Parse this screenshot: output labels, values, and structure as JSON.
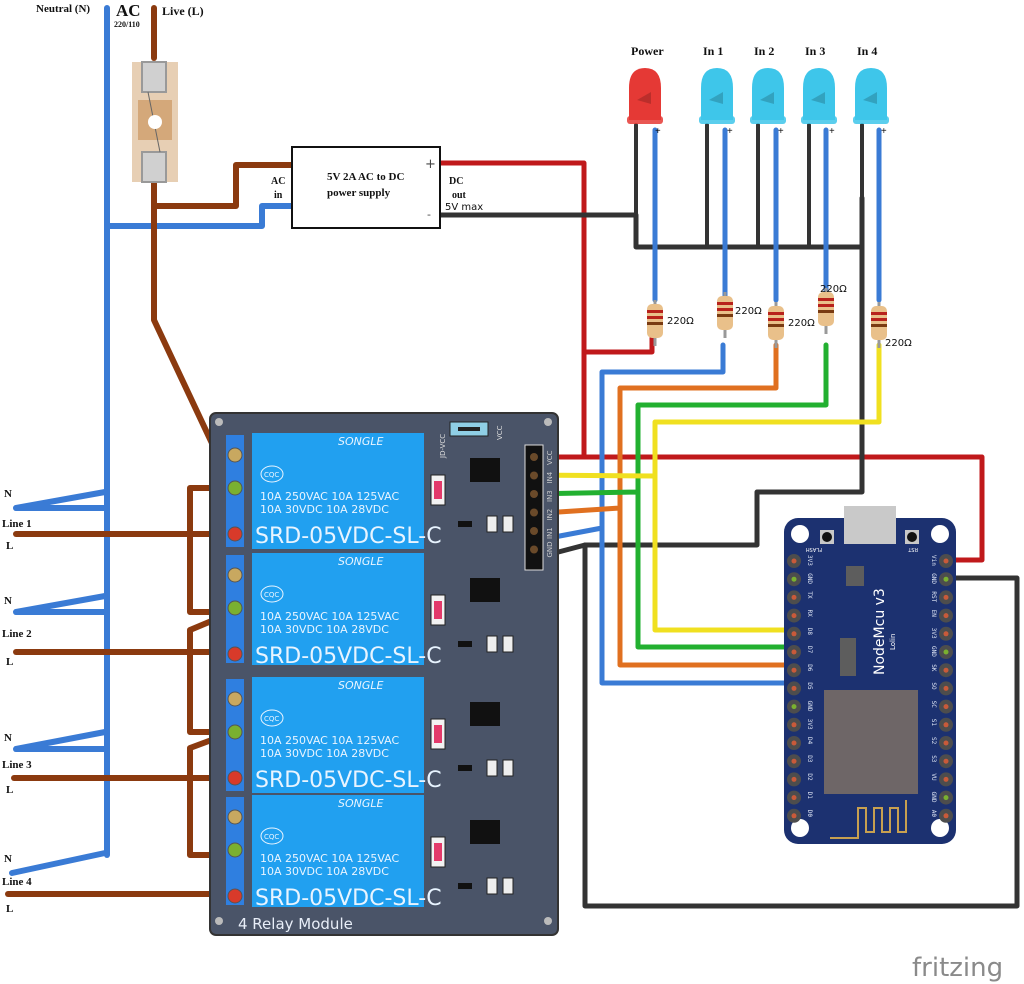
{
  "ac_source": {
    "title": "AC",
    "voltage": "220/110",
    "neutral_label": "Neutral (N)",
    "live_label": "Live (L)"
  },
  "power_supply": {
    "title_line1": "5V 2A AC to DC",
    "title_line2": "power supply",
    "ac_in_line1": "AC",
    "ac_in_line2": "in",
    "dc_out_line1": "DC",
    "dc_out_line2": "out",
    "dc_out_line3": "5V max",
    "plus": "+",
    "minus": "-"
  },
  "leds": [
    {
      "label": "Power",
      "color": "#e53935"
    },
    {
      "label": "In 1",
      "color": "#3ec6ea"
    },
    {
      "label": "In 2",
      "color": "#3ec6ea"
    },
    {
      "label": "In 3",
      "color": "#3ec6ea"
    },
    {
      "label": "In 4",
      "color": "#3ec6ea"
    }
  ],
  "led_plus": "+",
  "resistors": [
    {
      "value": "220Ω"
    },
    {
      "value": "220Ω"
    },
    {
      "value": "220Ω"
    },
    {
      "value": "220Ω"
    },
    {
      "value": "220Ω"
    }
  ],
  "relay_module": {
    "title": "4 Relay Module",
    "jumper_left": "JD-VCC",
    "jumper_right": "VCC",
    "header_pins": [
      "VCC",
      "IN4",
      "IN3",
      "IN2",
      "IN1",
      "GND"
    ],
    "relays": [
      {
        "brand": "SONGLE",
        "cert": "CQC",
        "rating1": "10A  250VAC  10A  125VAC",
        "rating2": "10A   30VDC  10A  28VDC",
        "model": "SRD-05VDC-SL-C"
      },
      {
        "brand": "SONGLE",
        "cert": "CQC",
        "rating1": "10A  250VAC  10A  125VAC",
        "rating2": "10A   30VDC  10A  28VDC",
        "model": "SRD-05VDC-SL-C"
      },
      {
        "brand": "SONGLE",
        "cert": "CQC",
        "rating1": "10A  250VAC  10A  125VAC",
        "rating2": "10A   30VDC  10A  28VDC",
        "model": "SRD-05VDC-SL-C"
      },
      {
        "brand": "SONGLE",
        "cert": "CQC",
        "rating1": "10A  250VAC  10A  125VAC",
        "rating2": "10A   30VDC  10A  28VDC",
        "model": "SRD-05VDC-SL-C"
      }
    ]
  },
  "lines": [
    {
      "name": "Line 1",
      "n": "N",
      "l": "L"
    },
    {
      "name": "Line 2",
      "n": "N",
      "l": "L"
    },
    {
      "name": "Line 3",
      "n": "N",
      "l": "L"
    },
    {
      "name": "Line 4",
      "n": "N",
      "l": "L"
    }
  ],
  "nodemcu": {
    "title": "NodeMcu v3",
    "subtitle": "Lolin",
    "flash_label": "FLASH",
    "rst_label": "RST",
    "left_pins": [
      "3V3",
      "GND",
      "TX",
      "RX",
      "D8",
      "D7",
      "D6",
      "D5",
      "GND",
      "3V3",
      "D4",
      "D3",
      "D2",
      "D1",
      "D0"
    ],
    "right_pins": [
      "Vin",
      "GND",
      "RST",
      "EN",
      "3V3",
      "GND",
      "SK",
      "SO",
      "SC",
      "S1",
      "S2",
      "S3",
      "VU",
      "GND",
      "A0"
    ]
  },
  "watermark": "fritzing",
  "wire_colors": {
    "neutral": "#3a7bd5",
    "live": "#8b3a0f",
    "vcc": "#c0191b",
    "gnd": "#333333",
    "in1": "#3a7bd5",
    "in2": "#e07020",
    "in3": "#22b030",
    "in4": "#f0e020"
  }
}
